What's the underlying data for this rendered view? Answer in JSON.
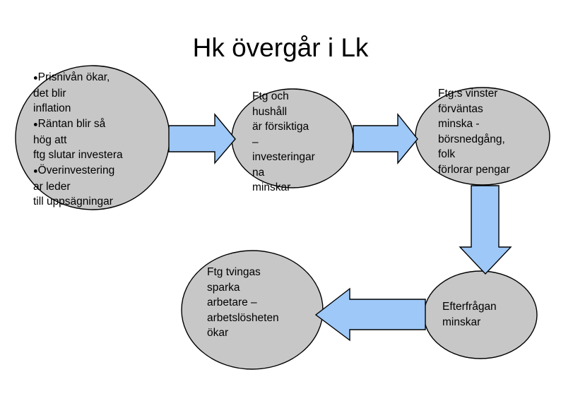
{
  "slide": {
    "title": "Hk övergår i Lk",
    "background_color": "#FFFFFF",
    "node_fill_color": "#C7C7C7",
    "node_stroke_color": "#000000",
    "arrow_fill_color": "#9DC8F8",
    "arrow_stroke_color": "#000000",
    "text_color": "#000000"
  },
  "nodes": [
    {
      "id": "n1",
      "name": "inflation-node",
      "shape": "ellipse",
      "lines": [
        {
          "bullet": true,
          "text": "Prisnivån ökar,"
        },
        {
          "bullet": false,
          "text": "det blir"
        },
        {
          "bullet": false,
          "text": "inflation"
        },
        {
          "bullet": true,
          "text": "Räntan blir så"
        },
        {
          "bullet": false,
          "text": "hög att"
        },
        {
          "bullet": false,
          "text": "ftg slutar investera"
        },
        {
          "bullet": true,
          "text": "Överinvestering"
        },
        {
          "bullet": false,
          "text": "ar leder"
        },
        {
          "bullet": false,
          "text": "till uppsägningar"
        }
      ]
    },
    {
      "id": "n2",
      "name": "cautious-households-node",
      "shape": "ellipse",
      "lines": [
        {
          "bullet": false,
          "text": "Ftg och"
        },
        {
          "bullet": false,
          "text": "hushåll"
        },
        {
          "bullet": false,
          "text": "är försiktiga"
        },
        {
          "bullet": false,
          "text": "–"
        },
        {
          "bullet": false,
          "text": "investeringar"
        },
        {
          "bullet": false,
          "text": "na"
        },
        {
          "bullet": false,
          "text": "minskar"
        }
      ]
    },
    {
      "id": "n3",
      "name": "falling-profits-node",
      "shape": "ellipse",
      "lines": [
        {
          "bullet": false,
          "text": "Ftg:s vinster"
        },
        {
          "bullet": false,
          "text": "förväntas"
        },
        {
          "bullet": false,
          "text": "minska -"
        },
        {
          "bullet": false,
          "text": "börsnedgång,"
        },
        {
          "bullet": false,
          "text": "folk"
        },
        {
          "bullet": false,
          "text": "förlorar pengar"
        }
      ]
    },
    {
      "id": "n4",
      "name": "unemployment-node",
      "shape": "ellipse",
      "lines": [
        {
          "bullet": false,
          "text": "Ftg tvingas"
        },
        {
          "bullet": false,
          "text": "sparka"
        },
        {
          "bullet": false,
          "text": "arbetare –"
        },
        {
          "bullet": false,
          "text": "arbetslösheten"
        },
        {
          "bullet": false,
          "text": "ökar"
        }
      ]
    },
    {
      "id": "n5",
      "name": "falling-demand-node",
      "shape": "ellipse",
      "lines": [
        {
          "bullet": false,
          "text": "Efterfrågan"
        },
        {
          "bullet": false,
          "text": "minskar"
        }
      ]
    }
  ],
  "arrows": [
    {
      "id": "a1",
      "name": "arrow-n1-to-n2",
      "direction": "right"
    },
    {
      "id": "a2",
      "name": "arrow-n2-to-n3",
      "direction": "right"
    },
    {
      "id": "a3",
      "name": "arrow-n3-to-n5",
      "direction": "down"
    },
    {
      "id": "a4",
      "name": "arrow-n5-to-n4",
      "direction": "left"
    }
  ]
}
